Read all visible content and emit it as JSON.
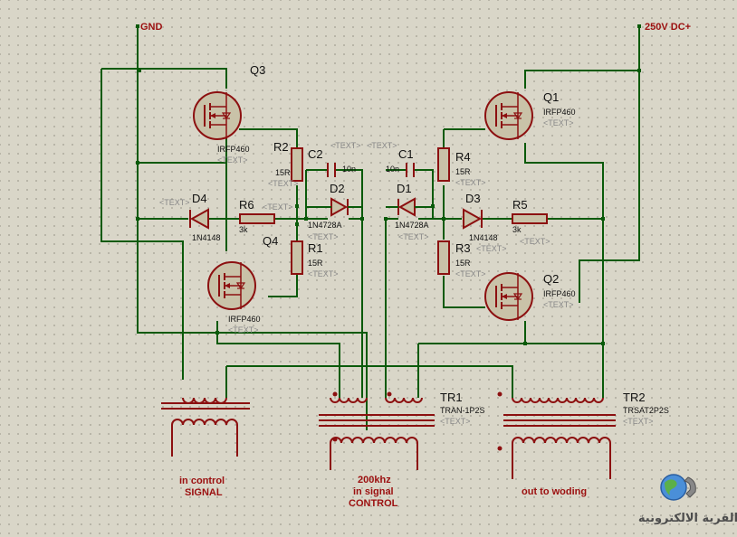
{
  "nets": {
    "gnd": "GND",
    "vdc": "250V DC+"
  },
  "mosfets": [
    {
      "ref": "Q3",
      "value": "IRFP460",
      "text": "<TEXT>"
    },
    {
      "ref": "Q4",
      "value": "IRFP460",
      "text": "<TEXT>"
    },
    {
      "ref": "Q1",
      "value": "IRFP460",
      "text": "<TEXT>"
    },
    {
      "ref": "Q2",
      "value": "IRFP460",
      "text": "<TEXT>"
    }
  ],
  "resistors": [
    {
      "ref": "R2",
      "value": "15R",
      "text": "<TEXT>"
    },
    {
      "ref": "R1",
      "value": "15R",
      "text": "<TEXT>"
    },
    {
      "ref": "R6",
      "value": "3k",
      "text": "<TEXT>"
    },
    {
      "ref": "R4",
      "value": "15R",
      "text": "<TEXT>"
    },
    {
      "ref": "R3",
      "value": "15R",
      "text": "<TEXT>"
    },
    {
      "ref": "R5",
      "value": "3k",
      "text": "<TEXT>"
    }
  ],
  "capacitors": [
    {
      "ref": "C2",
      "value": "10n",
      "text": "<TEXT>"
    },
    {
      "ref": "C1",
      "value": "10n",
      "text": "<TEXT>"
    }
  ],
  "diodes": [
    {
      "ref": "D4",
      "value": "1N4148",
      "text": "<TEXT>"
    },
    {
      "ref": "D2",
      "value": "1N4728A",
      "text": "<TEXT>"
    },
    {
      "ref": "D1",
      "value": "1N4728A",
      "text": "<TEXT>"
    },
    {
      "ref": "D3",
      "value": "1N4148",
      "text": "<TEXT>"
    }
  ],
  "transformers": [
    {
      "ref": "TR1",
      "value": "TRAN-1P2S",
      "text": "<TEXT>"
    },
    {
      "ref": "TR2",
      "value": "TRSAT2P2S",
      "text": "<TEXT>"
    }
  ],
  "notes": {
    "left_1": "in control",
    "left_2": "SIGNAL",
    "mid_1": "200khz",
    "mid_2": "in signal",
    "mid_3": "CONTROL",
    "right_1": "out to woding"
  },
  "logo": {
    "text": "القرية الالكترونية"
  },
  "colors": {
    "wire": "#0a5a0a",
    "component": "#8c1010",
    "fill": "#c9c2a8",
    "net_label": "#9b0f0f"
  }
}
